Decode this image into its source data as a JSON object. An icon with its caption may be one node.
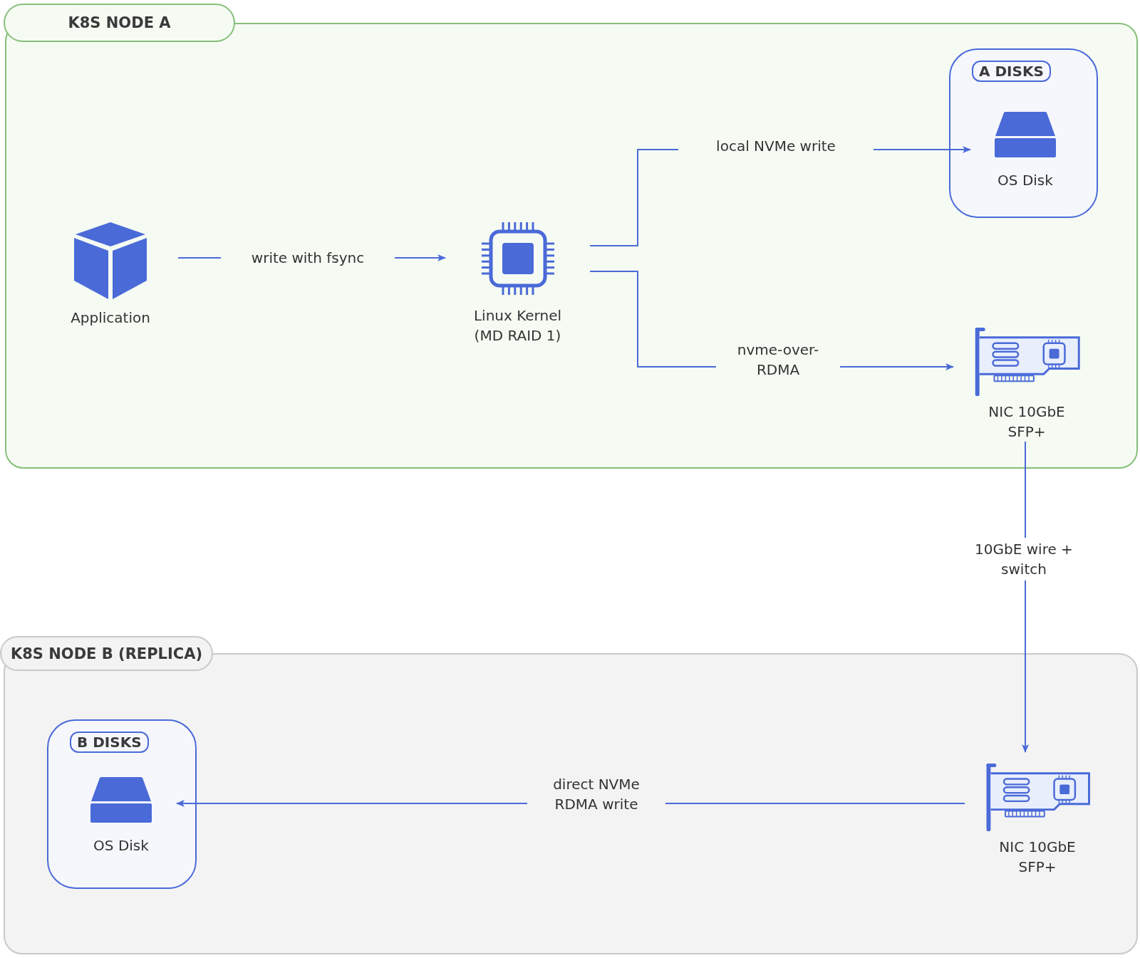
{
  "diagram": {
    "nodes": [
      {
        "text": [
          "K8S NODE A"
        ]
      },
      {
        "text": [
          "A DISKS"
        ],
        "in": 0
      },
      {
        "text": [
          "OS Disk"
        ],
        "in": 1
      },
      {
        "text": [
          "Application"
        ],
        "in": 0
      },
      {
        "text": [
          "Linux Kernel (MD RAID 1)"
        ],
        "in": 0
      },
      {
        "text": [
          "NIC 10GbE SFP+"
        ],
        "in": 0
      },
      {
        "text": [
          "K8S NODE B (REPLICA)"
        ]
      },
      {
        "text": [
          "B DISKS"
        ],
        "in": 6
      },
      {
        "text": [
          "OS Disk"
        ],
        "in": 7
      },
      {
        "text": [
          "NIC 10GbE SFP+"
        ],
        "in": 6
      }
    ],
    "edges": [
      {
        "from": 3,
        "to": 4,
        "arrow": "to",
        "label": "write with fsync"
      },
      {
        "from": 4,
        "to": 2,
        "arrow": "to",
        "label": "local NVMe write"
      },
      {
        "from": 4,
        "to": 5,
        "arrow": "to",
        "label": "nvme-over-RDMA"
      },
      {
        "from": 5,
        "to": 9,
        "arrow": "to",
        "label": "10GbE wire + switch"
      },
      {
        "from": 9,
        "to": 8,
        "arrow": "to",
        "label": "direct NVMe RDMA write"
      }
    ]
  }
}
